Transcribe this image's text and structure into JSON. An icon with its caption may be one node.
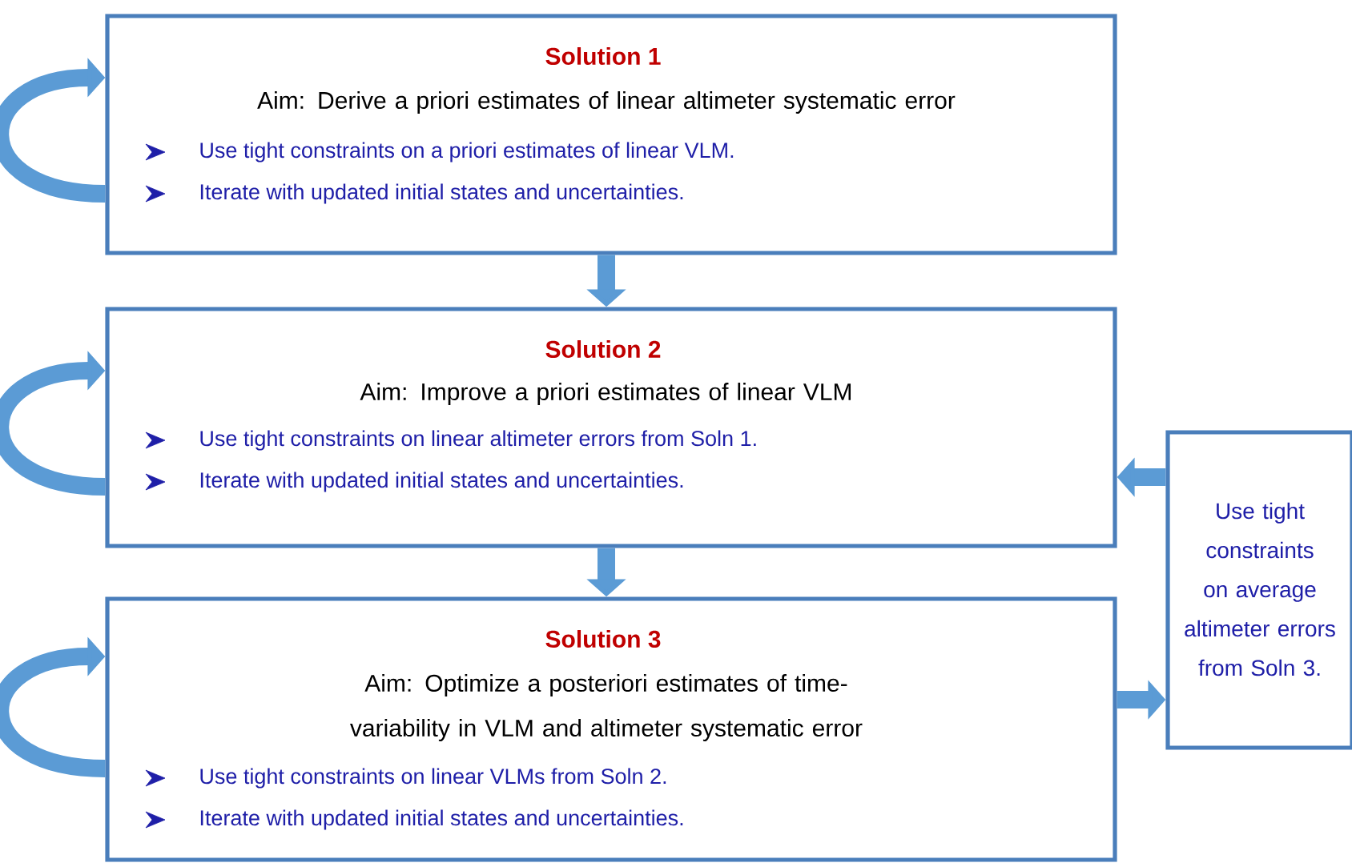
{
  "diagram": {
    "nodes": [
      {
        "text": [
          "Solution 1",
          "Aim: Derive a priori estimates of linear altimeter systematic error",
          "Use tight constraints on a priori estimates of linear VLM.",
          "Iterate with updated initial states and uncertainties."
        ]
      },
      {
        "text": [
          "Solution 2",
          "Aim: Improve a priori estimates of linear VLM",
          "Use tight constraints on linear altimeter errors from Soln 1.",
          "Iterate with updated initial states and uncertainties."
        ]
      },
      {
        "text": [
          "Solution 3",
          "Aim: Optimize a posteriori estimates of time-variability in VLM and altimeter systematic error",
          "Use tight constraints on linear VLMs from Soln 2.",
          "Iterate with updated initial states and uncertainties."
        ]
      },
      {
        "text": [
          "Use tight constraints on average altimeter errors from Soln 3."
        ]
      }
    ],
    "edges": [
      {
        "from": 0,
        "to": 0,
        "arrow": "to"
      },
      {
        "from": 0,
        "to": 1,
        "arrow": "to"
      },
      {
        "from": 1,
        "to": 1,
        "arrow": "to"
      },
      {
        "from": 3,
        "to": 1,
        "arrow": "to"
      },
      {
        "from": 1,
        "to": 2,
        "arrow": "to"
      },
      {
        "from": 2,
        "to": 2,
        "arrow": "to"
      },
      {
        "from": 2,
        "to": 3,
        "arrow": "to"
      }
    ]
  }
}
